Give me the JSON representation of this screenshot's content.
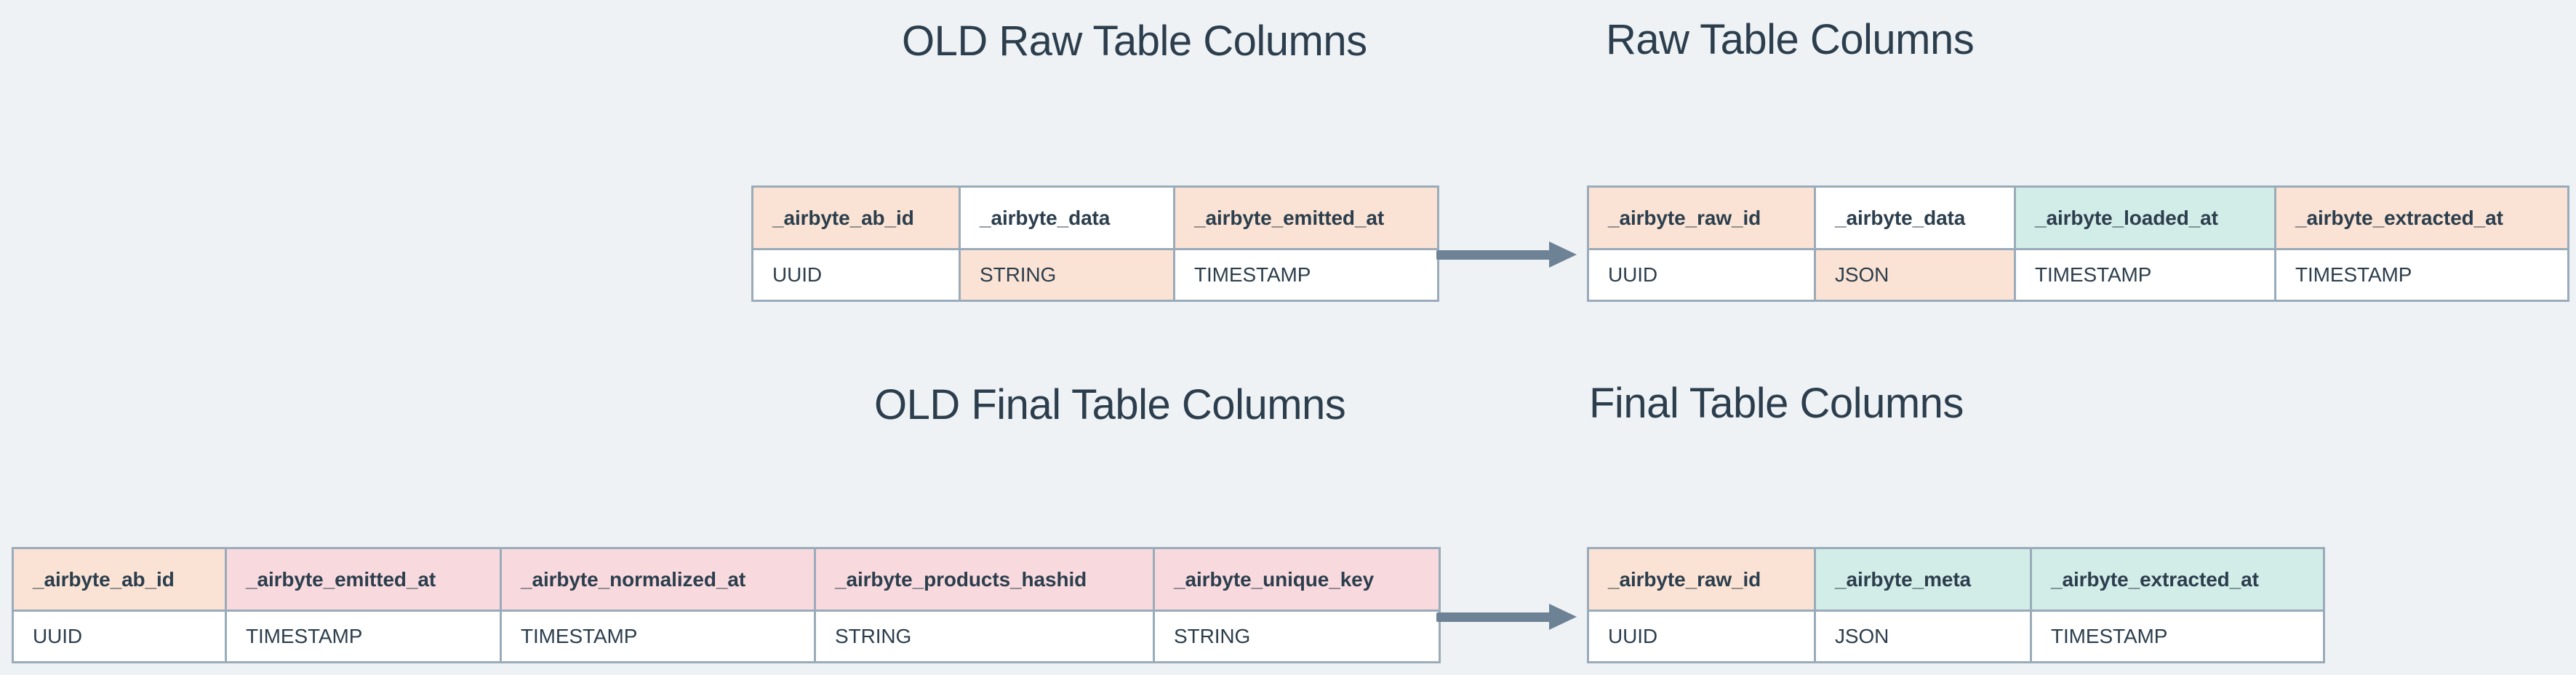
{
  "theme": {
    "background": "#eef2f5",
    "border": "#9aabb9",
    "text": "#2c3e4d",
    "peach": "#fae3d4",
    "pink": "#f8dade",
    "teal": "#d2ece8",
    "arrow": "#6e8296"
  },
  "headings": {
    "old_raw": "OLD Raw Table Columns",
    "new_raw": "Raw Table Columns",
    "old_final": "OLD Final Table Columns",
    "new_final": "Final Table Columns"
  },
  "arrows": {
    "raw": "arrow-right",
    "final": "arrow-right"
  },
  "tables": {
    "old_raw": {
      "title": "OLD Raw Table Columns",
      "headers": [
        "_airbyte_ab_id",
        "_airbyte_data",
        "_airbyte_emitted_at"
      ],
      "header_fills": [
        "peach",
        "white",
        "peach"
      ],
      "types": [
        "UUID",
        "STRING",
        "TIMESTAMP"
      ],
      "type_fills": [
        "white",
        "peach",
        "white"
      ]
    },
    "new_raw": {
      "title": "Raw Table Columns",
      "headers": [
        "_airbyte_raw_id",
        "_airbyte_data",
        "_airbyte_loaded_at",
        "_airbyte_extracted_at"
      ],
      "header_fills": [
        "peach",
        "white",
        "teal",
        "peach"
      ],
      "types": [
        "UUID",
        "JSON",
        "TIMESTAMP",
        "TIMESTAMP"
      ],
      "type_fills": [
        "white",
        "peach",
        "white",
        "white"
      ]
    },
    "old_final": {
      "title": "OLD Final Table Columns",
      "headers": [
        "_airbyte_ab_id",
        "_airbyte_emitted_at",
        "_airbyte_normalized_at",
        "_airbyte_products_hashid",
        "_airbyte_unique_key"
      ],
      "header_fills": [
        "peach",
        "pink",
        "pink",
        "pink",
        "pink"
      ],
      "types": [
        "UUID",
        "TIMESTAMP",
        "TIMESTAMP",
        "STRING",
        "STRING"
      ],
      "type_fills": [
        "white",
        "white",
        "white",
        "white",
        "white"
      ]
    },
    "new_final": {
      "title": "Final Table Columns",
      "headers": [
        "_airbyte_raw_id",
        "_airbyte_meta",
        "_airbyte_extracted_at"
      ],
      "header_fills": [
        "peach",
        "teal",
        "teal"
      ],
      "types": [
        "UUID",
        "JSON",
        "TIMESTAMP"
      ],
      "type_fills": [
        "white",
        "white",
        "white"
      ]
    }
  }
}
